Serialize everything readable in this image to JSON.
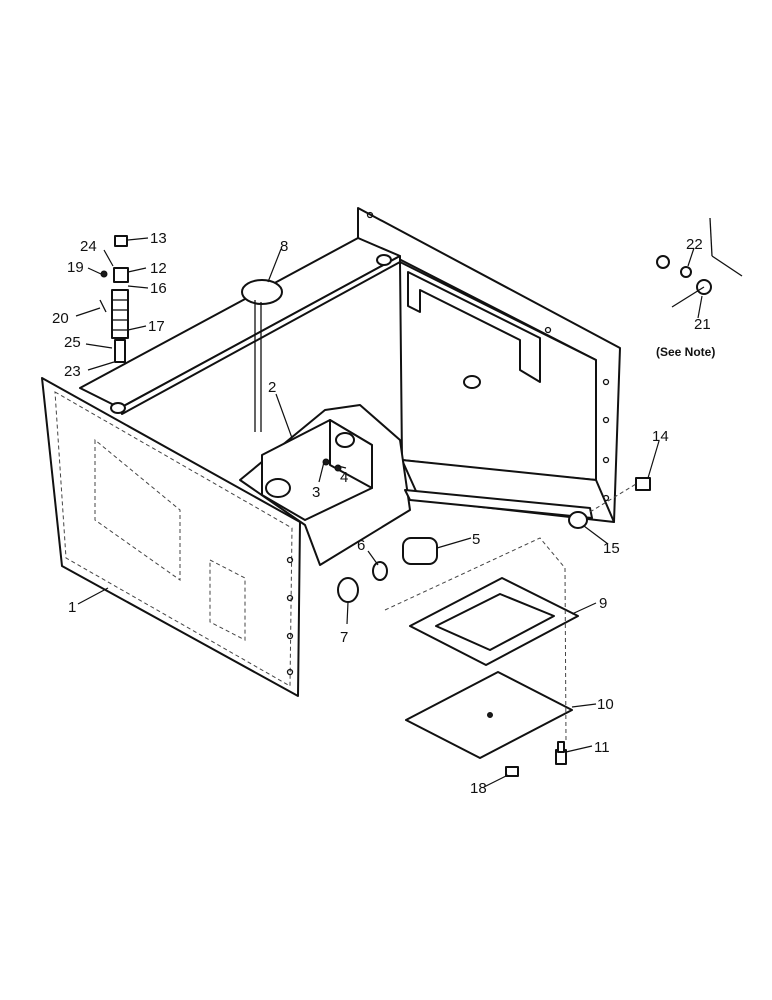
{
  "callouts": [
    {
      "id": "c1",
      "label": "1"
    },
    {
      "id": "c2",
      "label": "2"
    },
    {
      "id": "c3",
      "label": "3"
    },
    {
      "id": "c4",
      "label": "4"
    },
    {
      "id": "c5",
      "label": "5"
    },
    {
      "id": "c6",
      "label": "6"
    },
    {
      "id": "c7",
      "label": "7"
    },
    {
      "id": "c8",
      "label": "8"
    },
    {
      "id": "c9",
      "label": "9"
    },
    {
      "id": "c10",
      "label": "10"
    },
    {
      "id": "c11",
      "label": "11"
    },
    {
      "id": "c12",
      "label": "12"
    },
    {
      "id": "c13",
      "label": "13"
    },
    {
      "id": "c14",
      "label": "14"
    },
    {
      "id": "c15",
      "label": "15"
    },
    {
      "id": "c16",
      "label": "16"
    },
    {
      "id": "c17",
      "label": "17"
    },
    {
      "id": "c18",
      "label": "18"
    },
    {
      "id": "c19",
      "label": "19"
    },
    {
      "id": "c20",
      "label": "20"
    },
    {
      "id": "c21",
      "label": "21"
    },
    {
      "id": "c22",
      "label": "22"
    },
    {
      "id": "c23",
      "label": "23"
    },
    {
      "id": "c24",
      "label": "24"
    },
    {
      "id": "c25",
      "label": "25"
    }
  ],
  "note": "(See Note)"
}
